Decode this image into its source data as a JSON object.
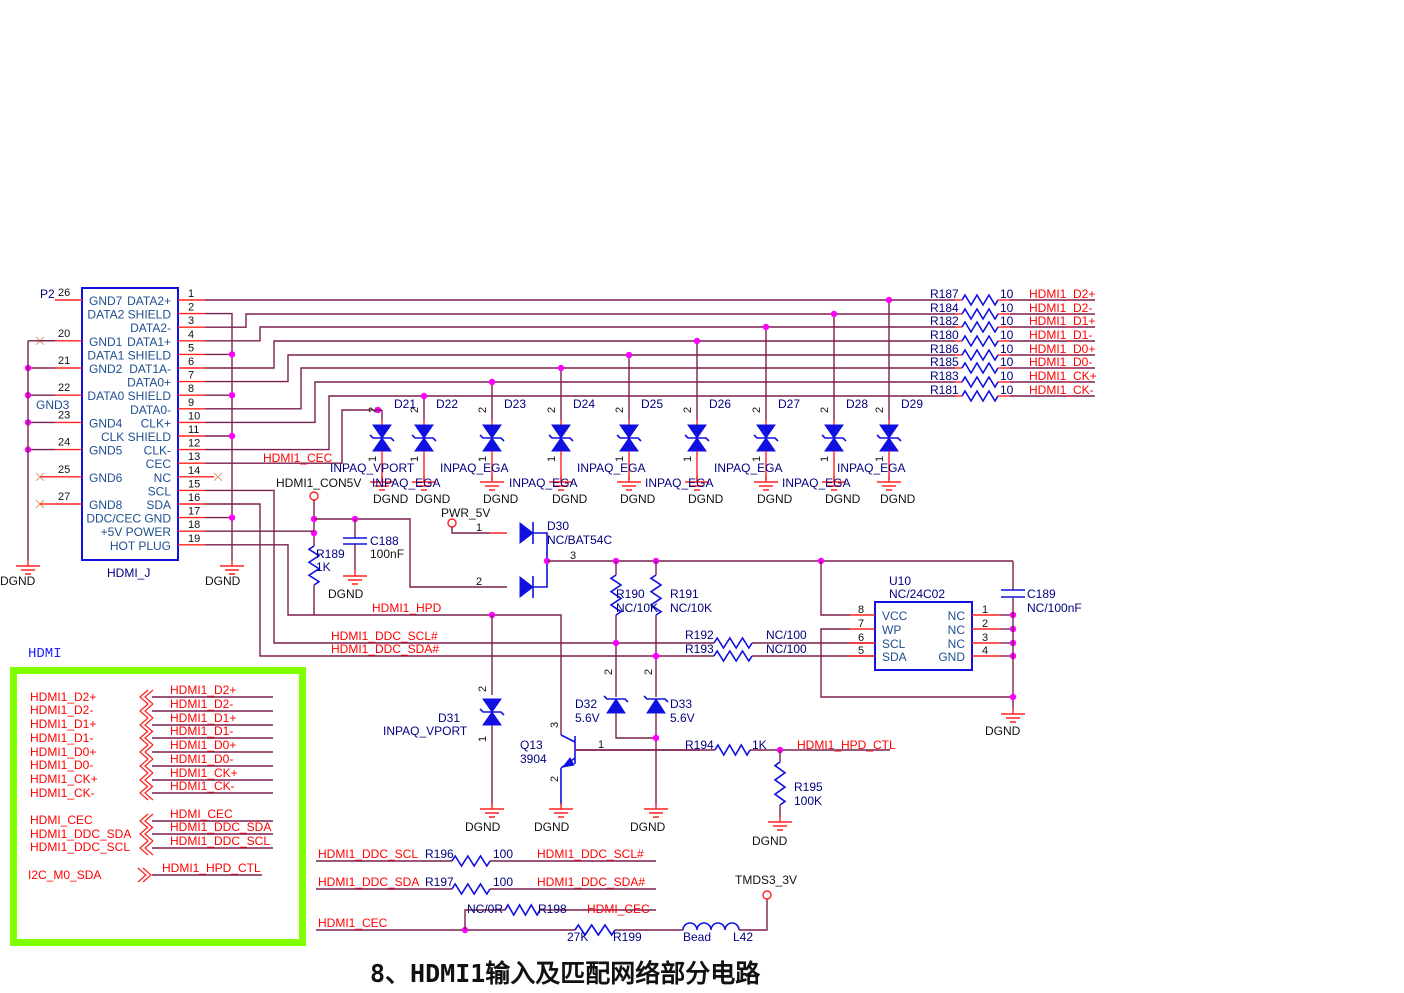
{
  "title": "8、HDMI1输入及匹配网络部分电路",
  "gnd_label": "DGND",
  "colors": {
    "wire": "#7a1f4f",
    "pin_stub": "#ff2020",
    "component": "#1010e0",
    "junction": "#ff00ff",
    "net_label": "#ff0000",
    "sheet_border": "#80ff00"
  },
  "connector": {
    "ref": "P2",
    "name": "HDMI_J",
    "right_pins": [
      {
        "num": "1",
        "label": "DATA2+"
      },
      {
        "num": "2",
        "label": "DATA2 SHIELD"
      },
      {
        "num": "3",
        "label": "DATA2-"
      },
      {
        "num": "4",
        "label": "DATA1+"
      },
      {
        "num": "5",
        "label": "DATA1 SHIELD"
      },
      {
        "num": "6",
        "label": "DAT1A-"
      },
      {
        "num": "7",
        "label": "DATA0+"
      },
      {
        "num": "8",
        "label": "DATA0 SHIELD"
      },
      {
        "num": "9",
        "label": "DATA0-"
      },
      {
        "num": "10",
        "label": "CLK+"
      },
      {
        "num": "11",
        "label": "CLK SHIELD"
      },
      {
        "num": "12",
        "label": "CLK-"
      },
      {
        "num": "13",
        "label": "CEC"
      },
      {
        "num": "14",
        "label": "NC"
      },
      {
        "num": "15",
        "label": "SCL"
      },
      {
        "num": "16",
        "label": "SDA"
      },
      {
        "num": "17",
        "label": "DDC/CEC GND"
      },
      {
        "num": "18",
        "label": "+5V POWER"
      },
      {
        "num": "19",
        "label": "HOT PLUG"
      }
    ],
    "left_pins": [
      {
        "num": "26",
        "label": "GND7"
      },
      {
        "num": "20",
        "label": "GND1"
      },
      {
        "num": "21",
        "label": "GND2"
      },
      {
        "num": "22",
        "label": "GND3"
      },
      {
        "num": "23",
        "label": "GND4"
      },
      {
        "num": "24",
        "label": "GND5"
      },
      {
        "num": "25",
        "label": "GND6"
      },
      {
        "num": "27",
        "label": "GND8"
      }
    ]
  },
  "series_resistors": [
    {
      "ref": "R187",
      "value": "10",
      "net": "HDMI1_D2+"
    },
    {
      "ref": "R184",
      "value": "10",
      "net": "HDMI1_D2-"
    },
    {
      "ref": "R182",
      "value": "10",
      "net": "HDMI1_D1+"
    },
    {
      "ref": "R180",
      "value": "10",
      "net": "HDMI1_D1-"
    },
    {
      "ref": "R186",
      "value": "10",
      "net": "HDMI1_D0+"
    },
    {
      "ref": "R185",
      "value": "10",
      "net": "HDMI1_D0-"
    },
    {
      "ref": "R183",
      "value": "10",
      "net": "HDMI1_CK+"
    },
    {
      "ref": "R181",
      "value": "10",
      "net": "HDMI1_CK-"
    }
  ],
  "tvs_pin_top": "2",
  "tvs_pin_bottom": "1",
  "tvs_diodes": [
    {
      "ref": "D21",
      "part": "INPAQ_VPORT"
    },
    {
      "ref": "D22",
      "part": "INPAQ_EGA"
    },
    {
      "ref": "D23",
      "part": "INPAQ_EGA"
    },
    {
      "ref": "D24",
      "part": "INPAQ_EGA"
    },
    {
      "ref": "D25",
      "part": "INPAQ_EGA"
    },
    {
      "ref": "D26",
      "part": "INPAQ_EGA"
    },
    {
      "ref": "D27",
      "part": "INPAQ_EGA"
    },
    {
      "ref": "D28",
      "part": "INPAQ_EGA"
    },
    {
      "ref": "D29",
      "part": "INPAQ_EGA"
    }
  ],
  "nets": {
    "cec": "HDMI1_CEC",
    "con5v": "HDMI1_CON5V",
    "pwr5v": "PWR_5V",
    "hpd": "HDMI1_HPD",
    "ddc_scl_h": "HDMI1_DDC_SCL#",
    "ddc_sda_h": "HDMI1_DDC_SDA#",
    "hpd_ctl": "HDMI1_HPD_CTL",
    "ddc_scl": "HDMI1_DDC_SCL",
    "ddc_sda": "HDMI1_DDC_SDA",
    "hdmi_cec": "HDMI_CEC",
    "tmds": "TMDS3_3V"
  },
  "components": {
    "c188": {
      "ref": "C188",
      "value": "100nF"
    },
    "r189": {
      "ref": "R189",
      "value": "1K"
    },
    "d30": {
      "ref": "D30",
      "value": "NC/BAT54C",
      "pin1": "1",
      "pin2": "2",
      "pin3": "3"
    },
    "r190": {
      "ref": "R190",
      "value": "NC/10K"
    },
    "r191": {
      "ref": "R191",
      "value": "NC/10K"
    },
    "r192": {
      "ref": "R192",
      "value": "NC/100"
    },
    "r193": {
      "ref": "R193",
      "value": "NC/100"
    },
    "u10": {
      "ref": "U10",
      "value": "NC/24C02",
      "left_pins": [
        {
          "num": "8",
          "label": "VCC"
        },
        {
          "num": "7",
          "label": "WP"
        },
        {
          "num": "6",
          "label": "SCL"
        },
        {
          "num": "5",
          "label": "SDA"
        }
      ],
      "right_pins": [
        {
          "num": "1",
          "label": "NC"
        },
        {
          "num": "2",
          "label": "NC"
        },
        {
          "num": "3",
          "label": "NC"
        },
        {
          "num": "4",
          "label": "GND"
        }
      ]
    },
    "c189": {
      "ref": "C189",
      "value": "NC/100nF"
    },
    "d31": {
      "ref": "D31",
      "value": "INPAQ_VPORT"
    },
    "d32": {
      "ref": "D32",
      "value": "5.6V"
    },
    "d33": {
      "ref": "D33",
      "value": "5.6V"
    },
    "q13": {
      "ref": "Q13",
      "value": "3904",
      "pin_c": "3",
      "pin_b": "1",
      "pin_e": "2"
    },
    "r194": {
      "ref": "R194",
      "value": "1K"
    },
    "r195": {
      "ref": "R195",
      "value": "100K"
    },
    "r196": {
      "ref": "R196",
      "value": "100"
    },
    "r197": {
      "ref": "R197",
      "value": "100"
    },
    "r198": {
      "ref": "R198",
      "value": "NC/0R"
    },
    "r199": {
      "ref": "R199",
      "value": "27K"
    },
    "l42": {
      "ref": "L42",
      "value": "Bead"
    }
  },
  "sheet": {
    "title": "HDMI",
    "left_labels": [
      "HDMI1_D2+",
      "HDMI1_D2-",
      "HDMI1_D1+",
      "HDMI1_D1-",
      "HDMI1_D0+",
      "HDMI1_D0-",
      "HDMI1_CK+",
      "HDMI1_CK-",
      "HDMI_CEC",
      "HDMI1_DDC_SDA",
      "HDMI1_DDC_SCL",
      "I2C_M0_SDA"
    ],
    "right_labels": [
      "HDMI1_D2+",
      "HDMI1_D2-",
      "HDMI1_D1+",
      "HDMI1_D1-",
      "HDMI1_D0+",
      "HDMI1_D0-",
      "HDMI1_CK+",
      "HDMI1_CK-",
      "HDMI_CEC",
      "HDMI1_DDC_SDA",
      "HDMI1_DDC_SCL",
      "HDMI1_HPD_CTL"
    ]
  }
}
